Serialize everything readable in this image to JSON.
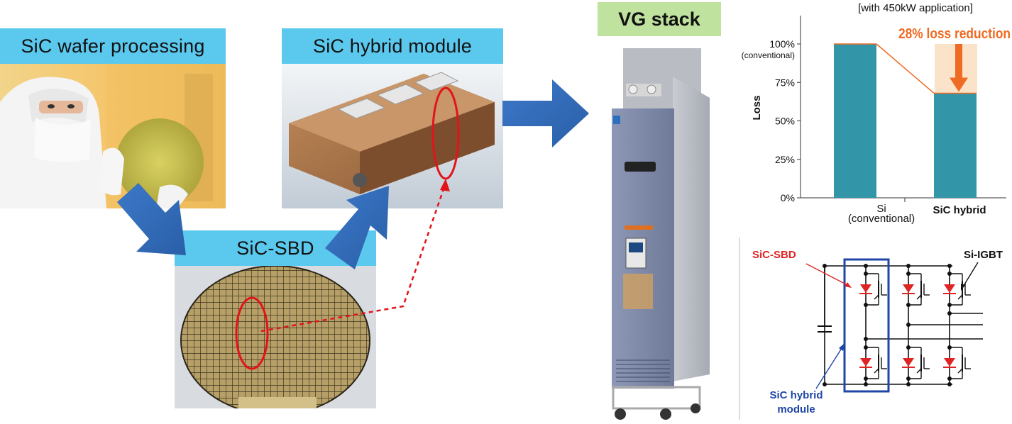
{
  "labels": {
    "wafer_processing": "SiC wafer processing",
    "hybrid_module": "SiC hybrid module",
    "sbd": "SiC-SBD",
    "vg_stack": "VG stack"
  },
  "chart": {
    "note": "[with 450kW application]",
    "annotation": "28% loss reduction",
    "colors": {
      "bar": "#3296a8",
      "highlight": "#fbe3c9",
      "accent": "#ef6a22"
    }
  },
  "chart_data": {
    "type": "bar",
    "categories": [
      "Si\n(conventional)",
      "SiC hybrid"
    ],
    "values": [
      100,
      68
    ],
    "ylabel": "Loss",
    "ylim": [
      0,
      100
    ],
    "yticks": [
      {
        "value": 0,
        "label": "0%"
      },
      {
        "value": 25,
        "label": "25%"
      },
      {
        "value": 50,
        "label": "50%"
      },
      {
        "value": 75,
        "label": "75%"
      },
      {
        "value": 100,
        "label": "100%"
      }
    ],
    "ytick_sublabel": "(conventional)"
  },
  "circuit": {
    "sbd_label": "SiC-SBD",
    "igbt_label": "Si-IGBT",
    "module_label_line1": "SiC hybrid",
    "module_label_line2": "module",
    "colors": {
      "sbd": "#e02424",
      "module": "#1f46a6"
    }
  }
}
